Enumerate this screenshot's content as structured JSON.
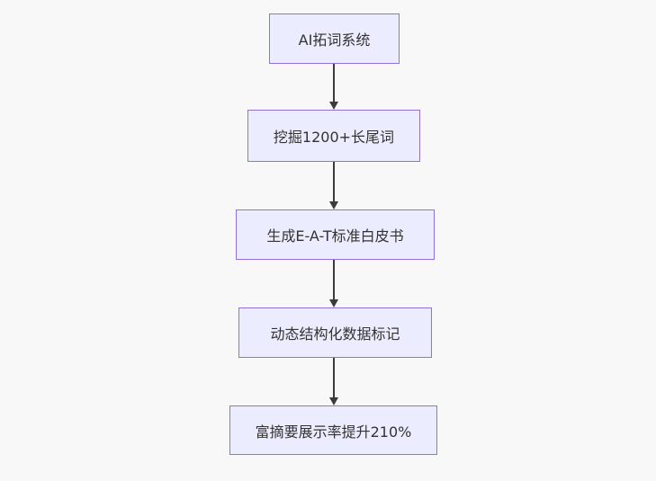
{
  "flowchart": {
    "type": "flowchart-top-down",
    "nodes": [
      {
        "label": "AI拓词系统"
      },
      {
        "label": "挖掘1200+长尾词"
      },
      {
        "label": "生成E-A-T标准白皮书"
      },
      {
        "label": "动态结构化数据标记"
      },
      {
        "label": "富摘要展示率提升210%"
      }
    ],
    "edges": [
      {
        "from": "AI拓词系统",
        "to": "挖掘1200+长尾词",
        "style": "arrow"
      },
      {
        "from": "挖掘1200+长尾词",
        "to": "生成E-A-T标准白皮书",
        "style": "arrow"
      },
      {
        "from": "生成E-A-T标准白皮书",
        "to": "动态结构化数据标记",
        "style": "arrow"
      },
      {
        "from": "动态结构化数据标记",
        "to": "富摘要展示率提升210%",
        "style": "arrow"
      }
    ]
  },
  "colors": {
    "background": "#f8f8f8",
    "node_fill": "#ececff",
    "node_border": "#9370db",
    "text": "#333333",
    "arrow": "#3b3b3b"
  }
}
